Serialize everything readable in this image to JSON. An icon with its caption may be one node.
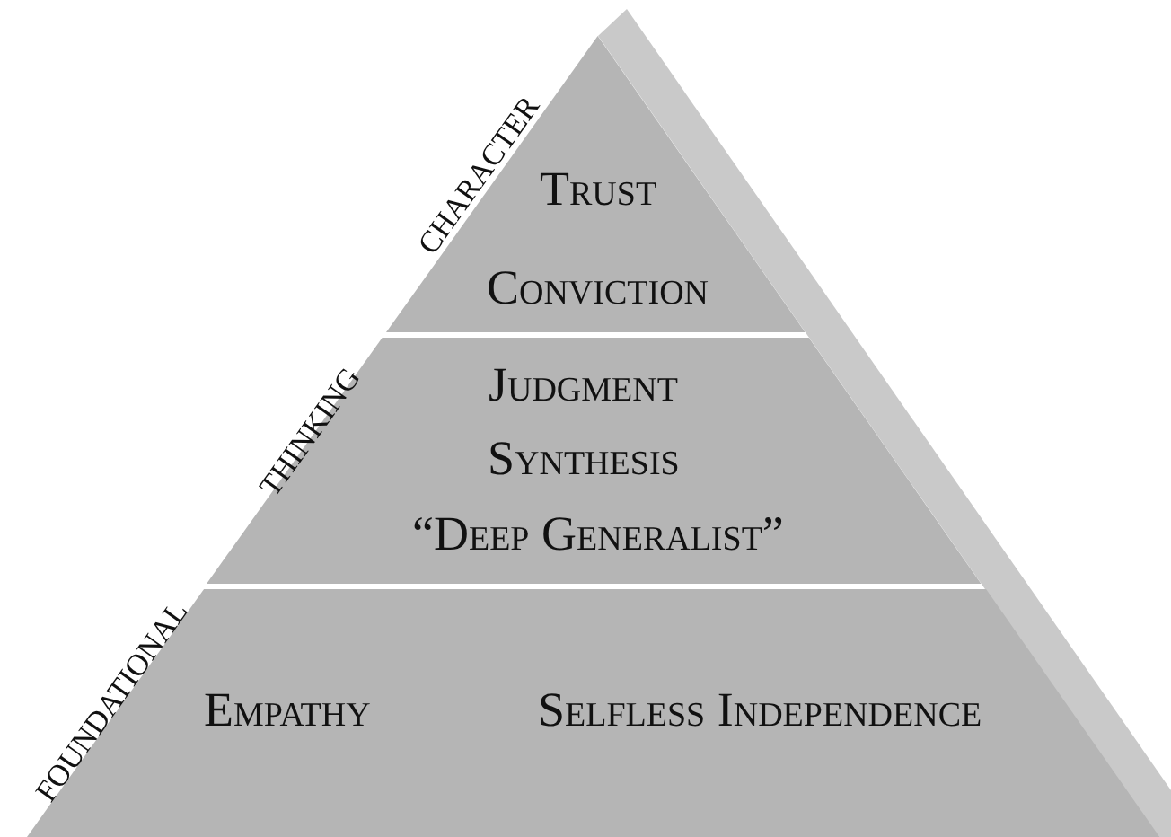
{
  "diagram": {
    "nodes": [
      {
        "text": [
          "Trust",
          "Conviction"
        ],
        "beside": [
          "CHARACTER"
        ]
      },
      {
        "text": [
          "Judgment",
          "Synthesis",
          "“Deep Generalist”"
        ],
        "beside": [
          "THINKING"
        ]
      },
      {
        "text": [
          "Empathy",
          "Selfless Independence"
        ],
        "beside": [
          "FOUNDATIONAL"
        ]
      }
    ]
  }
}
